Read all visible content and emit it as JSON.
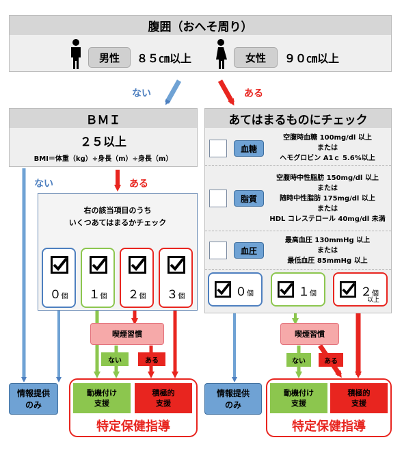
{
  "waist": {
    "title": "腹囲（おへそ周り）",
    "male_label": "男性",
    "male_value": "８５㎝以上",
    "female_label": "女性",
    "female_value": "９０㎝以上",
    "no_label": "ない",
    "yes_label": "ある"
  },
  "bmi": {
    "title": "ＢＭＩ",
    "threshold": "２５以上",
    "formula": "BMI＝体重（kg）÷身長（m）÷身長（m）",
    "no_label": "ない",
    "yes_label": "ある",
    "question_line1": "右の該当項目のうち",
    "question_line2": "いくつあてはまるかチェック",
    "counts": [
      {
        "num": "０",
        "unit": "個",
        "color": "#4d7fbf"
      },
      {
        "num": "１",
        "unit": "個",
        "color": "#8cc64e"
      },
      {
        "num": "２",
        "unit": "個",
        "color": "#e8251f"
      },
      {
        "num": "３",
        "unit": "個",
        "color": "#e8251f"
      }
    ],
    "smoking": "喫煙習慣",
    "smoking_no": "ない",
    "smoking_yes": "ある",
    "info_line1": "情報提供",
    "info_line2": "のみ",
    "motivation_line1": "動機付け",
    "motivation_line2": "支援",
    "active_line1": "積極的",
    "active_line2": "支援",
    "guidance": "特定保健指導"
  },
  "check": {
    "title": "あてはまるものにチェック",
    "items": [
      {
        "label": "血糖",
        "lines": [
          "空腹時血糖 100mg/dl 以上",
          "または",
          "ヘモグロビン A1ｃ 5.6%以上"
        ]
      },
      {
        "label": "脂質",
        "lines": [
          "空腹時中性脂肪 150mg/dl 以上",
          "または",
          "随時中性脂肪 175mg/dl 以上",
          "または",
          "HDL コレステロール 40mg/dl 未満"
        ]
      },
      {
        "label": "血圧",
        "lines": [
          "最高血圧 130mmHg 以上",
          "または",
          "最低血圧 85mmHg 以上"
        ]
      }
    ],
    "counts": [
      {
        "num": "０",
        "unit": "個",
        "color": "#4d7fbf"
      },
      {
        "num": "１",
        "unit": "個",
        "color": "#8cc64e"
      },
      {
        "num": "２",
        "unit": "個",
        "suffix": "以上",
        "color": "#e8251f"
      }
    ],
    "smoking": "喫煙習慣",
    "smoking_no": "ない",
    "smoking_yes": "ある",
    "info_line1": "情報提供",
    "info_line2": "のみ",
    "motivation_line1": "動機付け",
    "motivation_line2": "支援",
    "active_line1": "積極的",
    "active_line2": "支援",
    "guidance": "特定保健指導"
  },
  "colors": {
    "blue": "#4d7fbf",
    "green": "#8cc64e",
    "red": "#e8251f",
    "pink": "#f6a9a9",
    "gray_bg": "#efefef",
    "header_gray": "#d6d6d6"
  }
}
